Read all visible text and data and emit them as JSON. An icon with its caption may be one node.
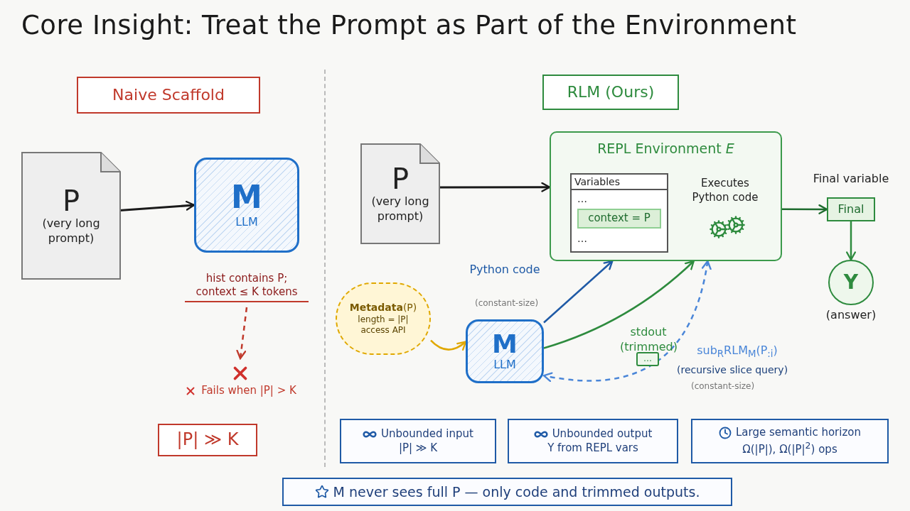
{
  "diagram": {
    "title": "Core Insight: Treat the Prompt as Part of the Environment",
    "nodes": [
      {
        "text": [
          "Naive Scaffold"
        ]
      },
      {
        "text": [
          "P",
          "(very long prompt)"
        ]
      },
      {
        "text": [
          "M",
          "LLM"
        ]
      },
      {
        "text": [
          "hist contains P; context ≤ K tokens"
        ]
      },
      {
        "text": [
          "Fails when |P| > K"
        ]
      },
      {
        "text": [
          "|P| ≫ K"
        ]
      },
      {
        "text": [
          "RLM (Ours)"
        ]
      },
      {
        "text": [
          "P",
          "(very long prompt)"
        ]
      },
      {
        "text": [
          "REPL Environment *E*",
          "Executes Python code"
        ]
      },
      {
        "text": [
          "Variables",
          "…",
          "…"
        ],
        "in": 8
      },
      {
        "text": [
          "context = P"
        ],
        "in": 9
      },
      {
        "text": [
          "Final"
        ],
        "beside": [
          "Final variable"
        ]
      },
      {
        "text": [
          "Y"
        ],
        "beside": [
          "(answer)"
        ]
      },
      {
        "text": [
          "**Metadata**(P)",
          "length = |P| access API"
        ]
      },
      {
        "text": [
          "M",
          "LLM"
        ]
      },
      {
        "text": [
          "…"
        ]
      },
      {
        "text": [
          "Unbounded input",
          "|P| ≫ K"
        ]
      },
      {
        "text": [
          "Unbounded output",
          "Y from REPL vars"
        ]
      },
      {
        "text": [
          "Large semantic horizon",
          "Ω(|P|), Ω(|P|$^{2}$) ops"
        ]
      },
      {
        "text": [
          "M never sees full P — only code and trimmed outputs."
        ]
      }
    ],
    "edges": [
      {
        "from": 1,
        "to": 2,
        "arrow": "to"
      },
      {
        "from": 3,
        "to": 4,
        "arrow": "to",
        "style": "dashed",
        "color": "#c0392b"
      },
      {
        "from": 7,
        "to": 8,
        "arrow": "to"
      },
      {
        "from": 8,
        "to": 11,
        "arrow": "to",
        "color": "#1e6b2e"
      },
      {
        "from": 11,
        "to": 12,
        "arrow": "to",
        "color": "#2e8b3e"
      },
      {
        "from": 13,
        "to": 14,
        "arrow": "to",
        "color": "#e0a800"
      },
      {
        "from": 14,
        "to": 8,
        "arrow": "to",
        "label": "Python code",
        "color": "#1f5aa6"
      },
      {
        "from": 14,
        "to": 8,
        "arrow": "to",
        "label": "stdout (trimmed)",
        "color": "#2e8b3e"
      },
      {
        "from": 8,
        "to": 14,
        "arrow": "both",
        "label": "sub$_{R}$RLM$_{M}$(P$_{:i}$)",
        "style": "dashed",
        "color": "#4a86d8"
      }
    ],
    "labels": [
      "(constant-size)",
      "(recursive slice query)",
      "(constant-size)"
    ]
  }
}
